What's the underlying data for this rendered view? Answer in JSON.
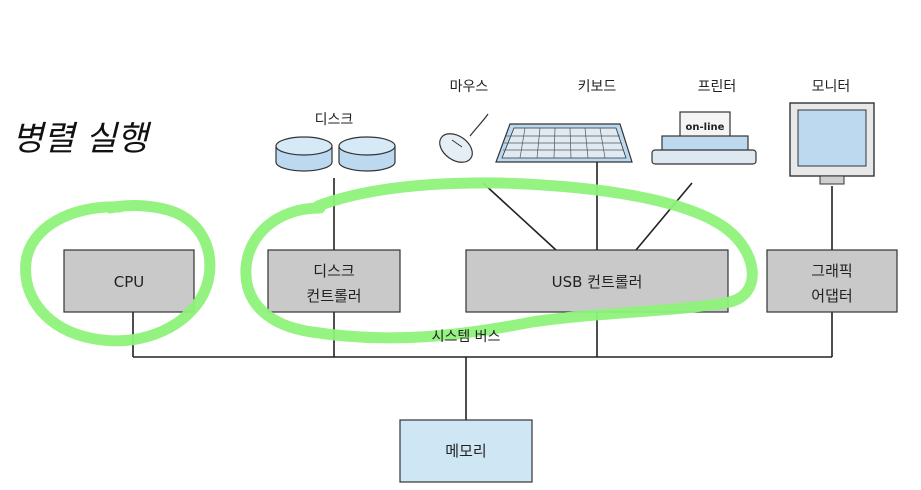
{
  "handwritten_note": "병렬 실행",
  "devices": {
    "disk": "디스크",
    "mouse": "마우스",
    "keyboard": "키보드",
    "printer": "프린터",
    "printer_tag": "on-line",
    "monitor": "모니터"
  },
  "boxes": {
    "cpu": "CPU",
    "disk_controller_line1": "디스크",
    "disk_controller_line2": "컨트롤러",
    "usb_controller": "USB 컨트롤러",
    "graphics_adapter_line1": "그래픽",
    "graphics_adapter_line2": "어댑터",
    "memory": "메모리"
  },
  "bus_label": "시스템 버스",
  "colors": {
    "box_fill": "#c9c9c9",
    "memory_fill": "#cfe6f5",
    "device_blue": "#bcd9ef",
    "highlight_green": "#8ef27a",
    "line": "#222222"
  }
}
